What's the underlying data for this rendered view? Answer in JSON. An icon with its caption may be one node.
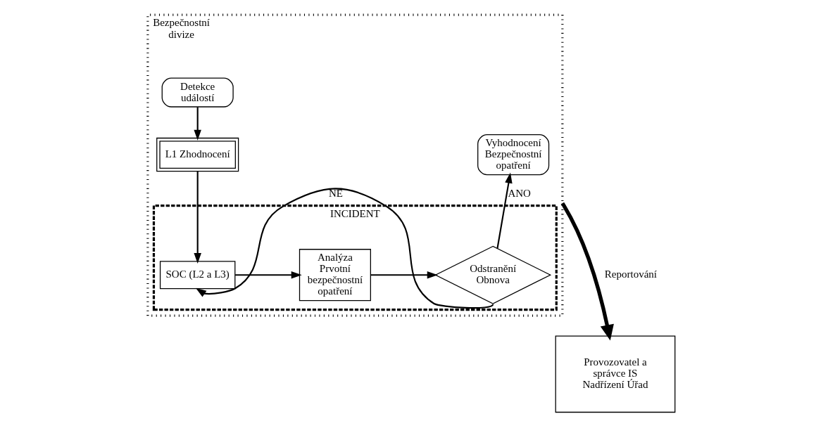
{
  "diagram": {
    "nodes": [
      {
        "text": [
          "Bezpečnostní divize"
        ]
      },
      {
        "text": [
          "Detekce událostí"
        ],
        "in": 0
      },
      {
        "text": [
          "L1 Zhodnocení"
        ],
        "in": 0
      },
      {
        "text": [
          "INCIDENT"
        ],
        "in": 0
      },
      {
        "text": [
          "SOC (L2 a L3)"
        ],
        "in": 3
      },
      {
        "text": [
          "Analýza Prvotní bezpečnostní opatření"
        ],
        "in": 3
      },
      {
        "text": [
          "Odstranění Obnova"
        ],
        "in": 3
      },
      {
        "text": [
          "Vyhodnocení Bezpečnostní opatření"
        ],
        "in": 0
      },
      {
        "text": [
          "Provozovatel a správce IS Nadřízení Úřad"
        ]
      }
    ],
    "edges": [
      {
        "from": 1,
        "to": 2,
        "arrow": "to"
      },
      {
        "from": 2,
        "to": 4,
        "arrow": "to"
      },
      {
        "from": 4,
        "to": 5,
        "arrow": "to"
      },
      {
        "from": 5,
        "to": 6,
        "arrow": "to"
      },
      {
        "from": 6,
        "to": 7,
        "arrow": "to",
        "label": "ANO"
      },
      {
        "from": 6,
        "to": 4,
        "arrow": "to",
        "label": "NE"
      },
      {
        "from": 0,
        "to": 8,
        "arrow": "to",
        "label": "Reportování",
        "style": "thick"
      }
    ]
  }
}
